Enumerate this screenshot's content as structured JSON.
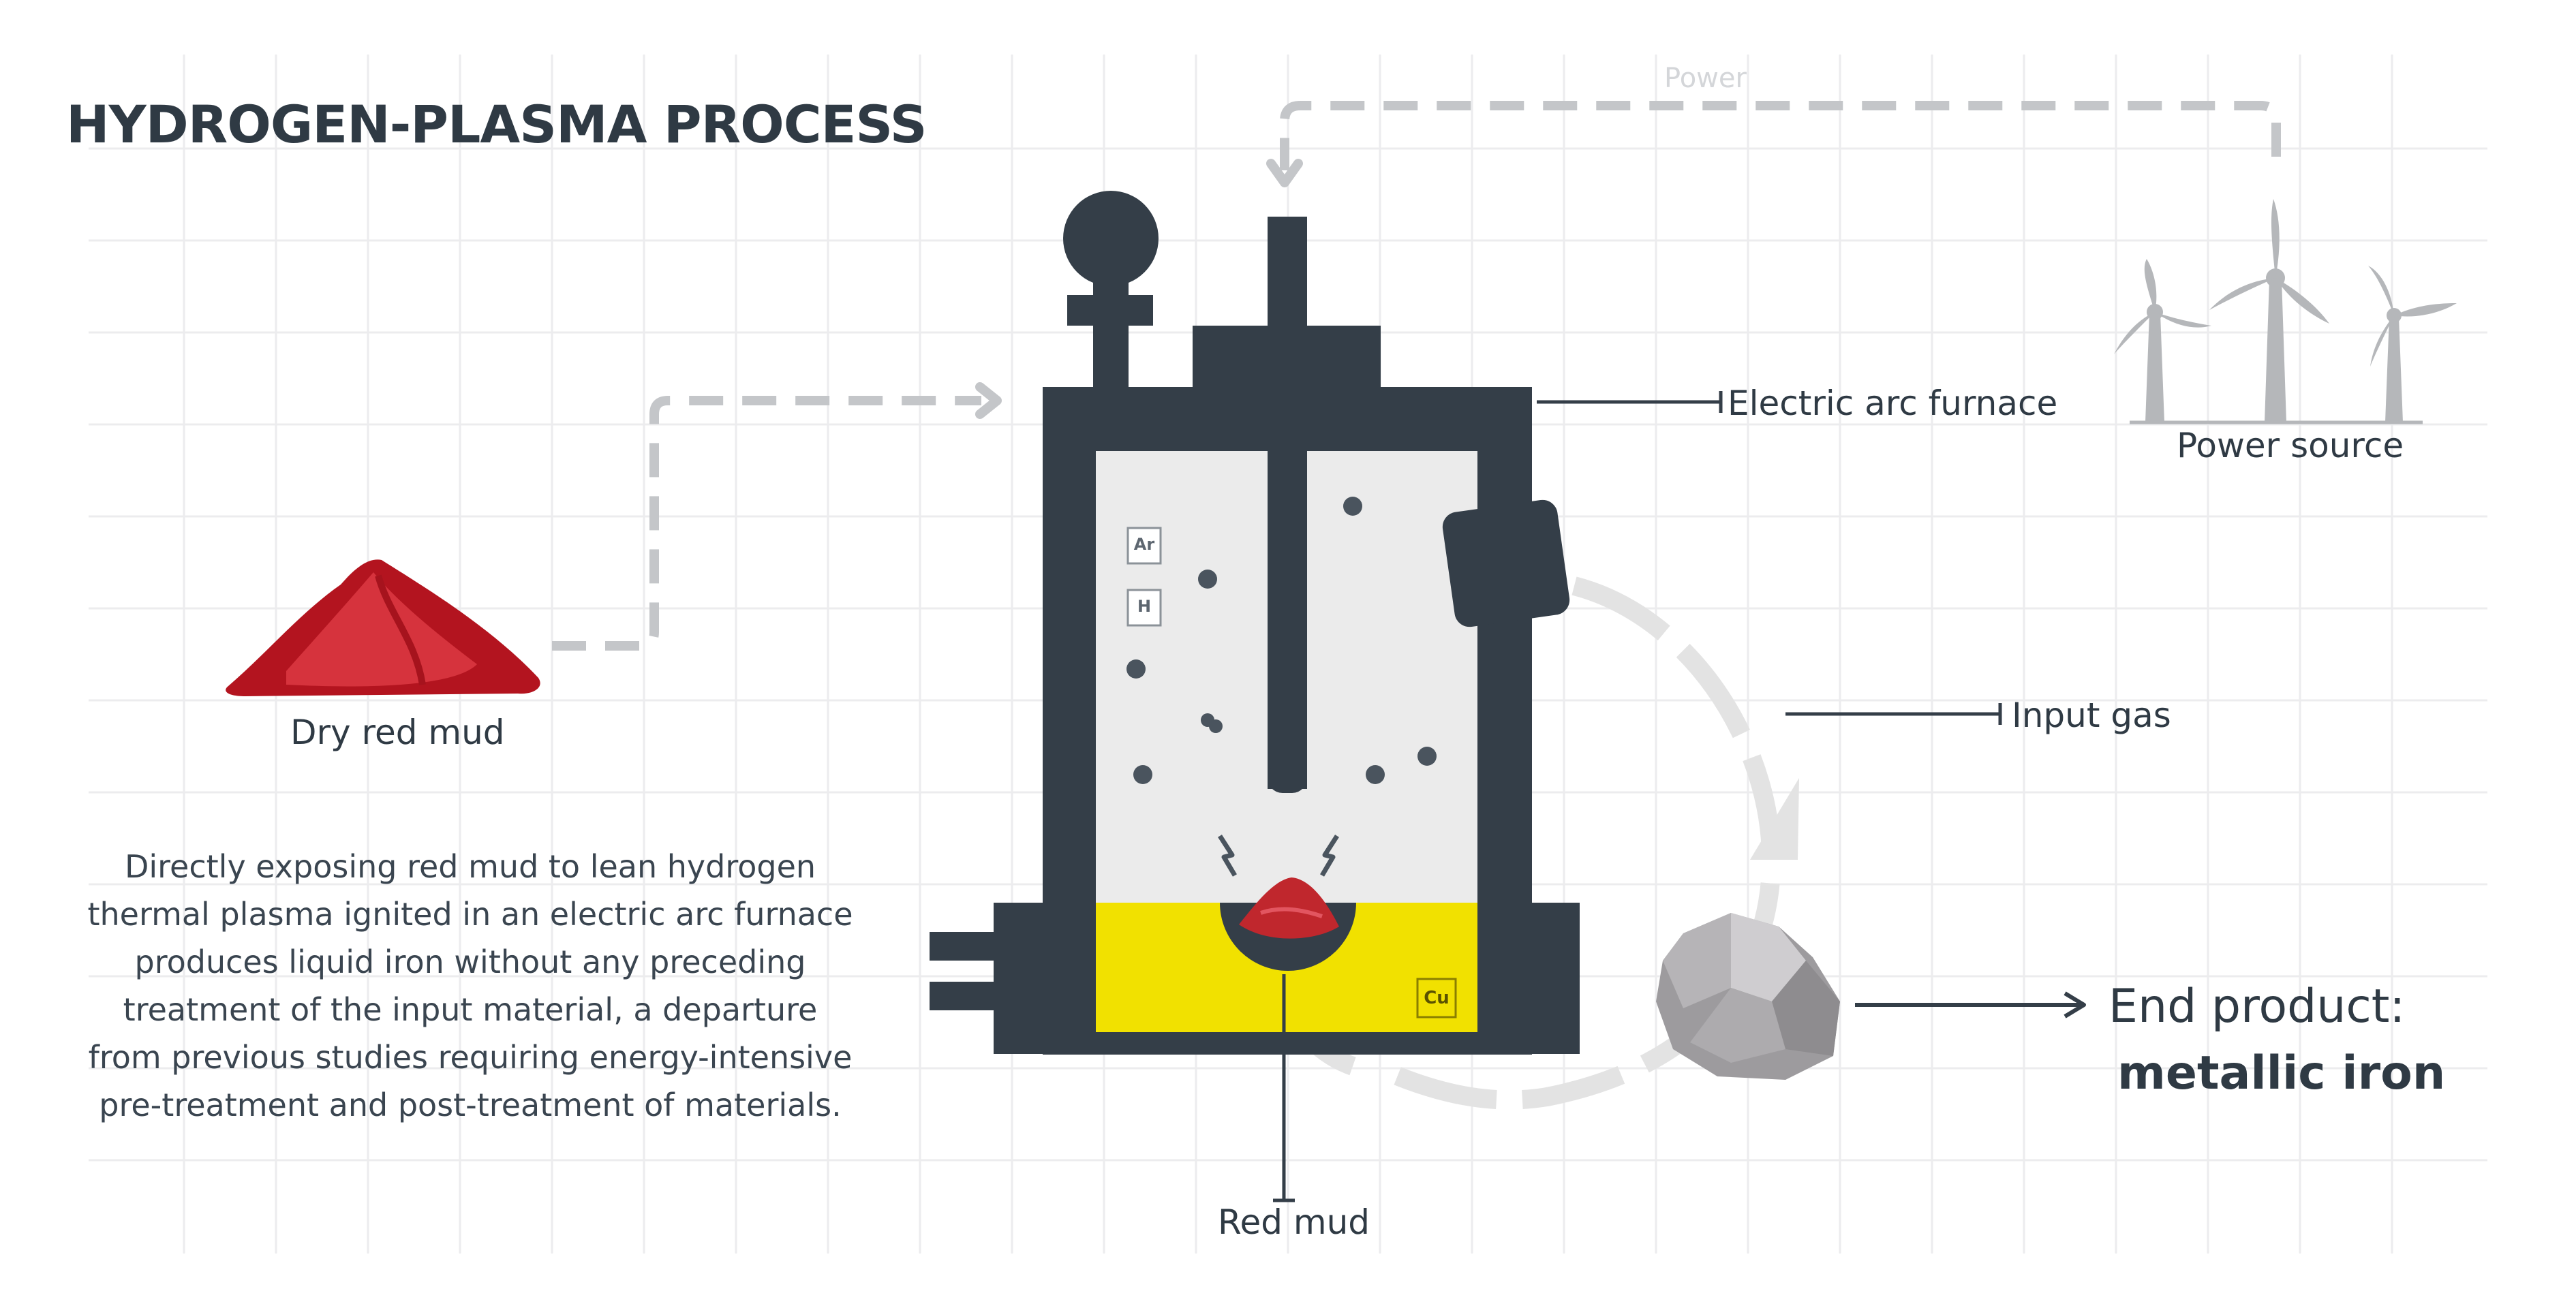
{
  "title": "HYDROGEN-PLASMA PROCESS",
  "labels": {
    "power": "Power",
    "power_source": "Power source",
    "electric_arc_furnace": "Electric arc furnace",
    "input_gas": "Input gas",
    "dry_red_mud": "Dry red mud",
    "red_mud": "Red mud",
    "end_product": "End product:",
    "end_product_value": "metallic iron"
  },
  "description": "Directly exposing red mud to lean hydrogen\nthermal plasma ignited in an electric arc furnace\nproduces liquid iron without any preceding\ntreatment of the input material, a departure\nfrom previous studies requiring energy-intensive\npre-treatment and post-treatment of materials.",
  "elements": {
    "argon": "Ar",
    "hydrogen": "H",
    "copper": "Cu"
  },
  "colors": {
    "furnace": "#343e48",
    "chamber": "#ebebeb",
    "molten_bath": "#f1e100",
    "red_mud": "#c0272d",
    "flow_arrow": "#c4c6c9",
    "cycle_arrow": "#e3e3e3",
    "turbine": "#b5b7ba",
    "ore": "#a9a8aa"
  }
}
